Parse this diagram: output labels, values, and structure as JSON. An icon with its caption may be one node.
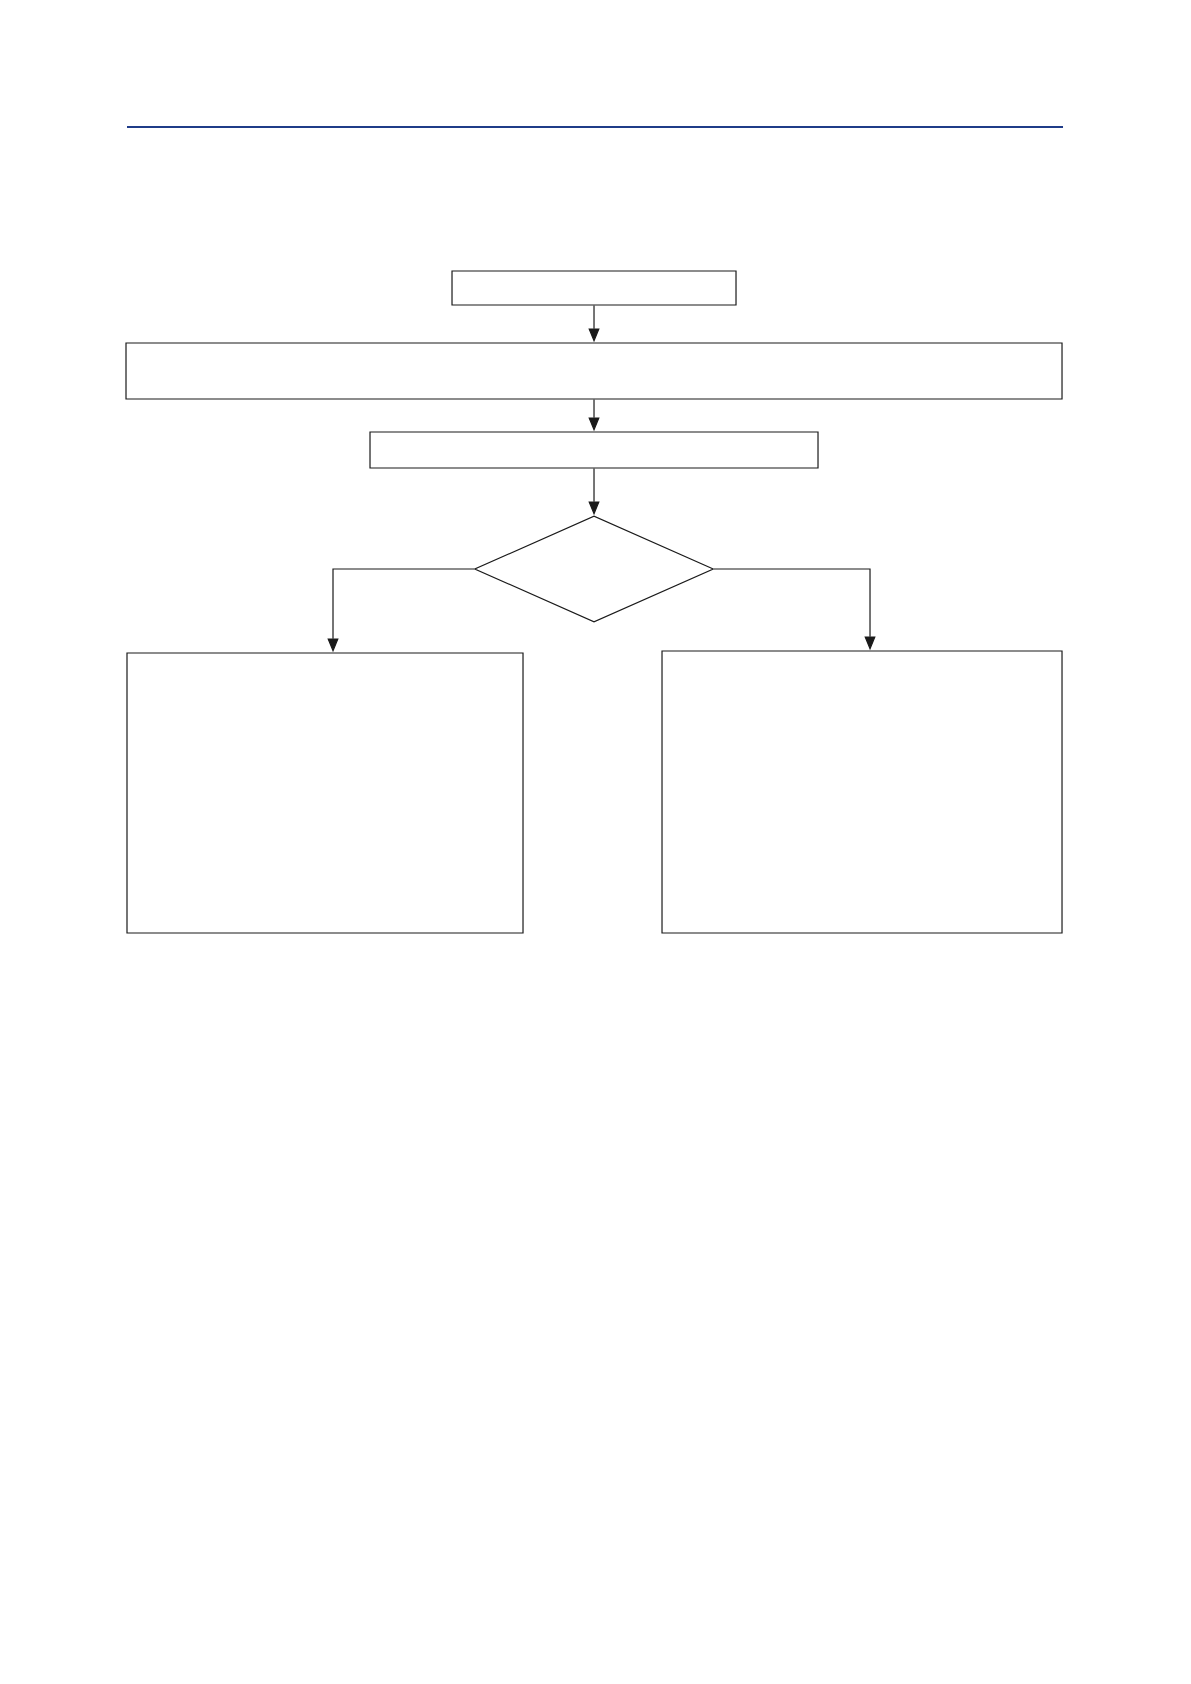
{
  "diagram": {
    "nodes": [
      {
        "text": [],
        "shape": "box"
      },
      {
        "text": [],
        "shape": "box"
      },
      {
        "text": [],
        "shape": "box"
      },
      {
        "text": [],
        "shape": "diamond"
      },
      {
        "text": [],
        "shape": "box"
      },
      {
        "text": [],
        "shape": "box"
      }
    ],
    "edges": [
      {
        "from": 0,
        "to": 1,
        "arrow": "to"
      },
      {
        "from": 1,
        "to": 2,
        "arrow": "to"
      },
      {
        "from": 2,
        "to": 3,
        "arrow": "to"
      },
      {
        "from": 3,
        "to": 4,
        "arrow": "to"
      },
      {
        "from": 3,
        "to": 5,
        "arrow": "to"
      }
    ]
  }
}
